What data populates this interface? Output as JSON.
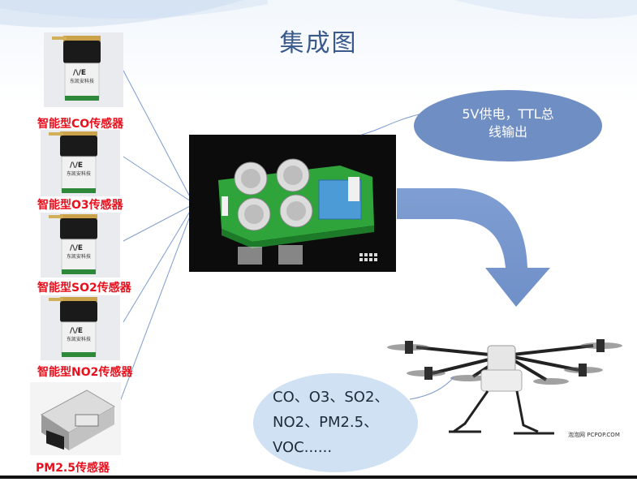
{
  "title": "集成图",
  "sensors": [
    {
      "label": "智能型CO传感器",
      "brand_text": "东凯安科技"
    },
    {
      "label": "智能型O3传感器",
      "brand_text": "东凯安科技"
    },
    {
      "label": "智能型SO2传感器",
      "brand_text": "东凯安科技"
    },
    {
      "label": "智能型NO2传感器",
      "brand_text": "东凯安科技"
    },
    {
      "label": "PM2.5传感器"
    }
  ],
  "power_bubble": {
    "line1": "5V供电，TTL总",
    "line2": "线输出"
  },
  "gas_bubble": {
    "line1": "CO、O3、SO2、",
    "line2": "NO2、PM2.5、",
    "line3": "VOC......"
  },
  "drone_credit": "泡泡网 PCPOP.COM",
  "colors": {
    "title": "#3a5a8c",
    "label_red": "#e8101c",
    "arrow_blue": "#7d9bd0",
    "pcb_green": "#2fa43b"
  }
}
